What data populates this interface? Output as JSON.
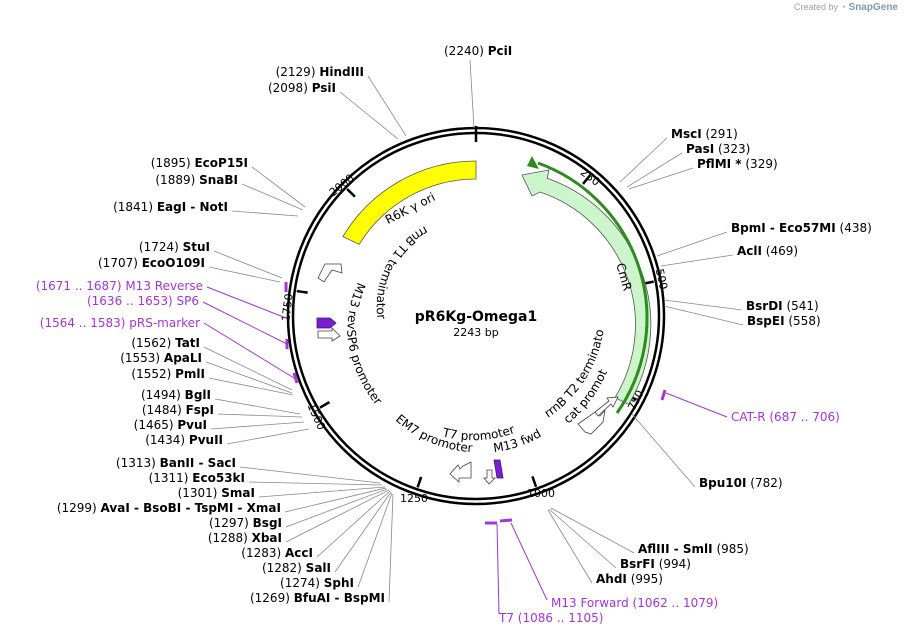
{
  "credit": {
    "prefix": "Created by",
    "brand": "SnapGene"
  },
  "plasmid": {
    "name": "pR6Kg-Omega1",
    "size": "2243 bp"
  },
  "colors": {
    "primer": "#a335d6",
    "ori": "#ffff00",
    "cmr": "#ccf5cc",
    "cmr_outline": "#2e8b20",
    "pink": "#b000c0"
  },
  "ticks": [
    "250",
    "500",
    "750",
    "1000",
    "1250",
    "1500",
    "1750",
    "2000"
  ],
  "enzymes": [
    {
      "name": "PciI",
      "pos": "(2240)"
    },
    {
      "name": "HindIII",
      "pos": "(2129)"
    },
    {
      "name": "PsiI",
      "pos": "(2098)"
    },
    {
      "name": "EcoP15I",
      "pos": "(1895)"
    },
    {
      "name": "SnaBI",
      "pos": "(1889)"
    },
    {
      "name": "EagI - NotI",
      "pos": "(1841)"
    },
    {
      "name": "StuI",
      "pos": "(1724)"
    },
    {
      "name": "EcoO109I",
      "pos": "(1707)"
    },
    {
      "name": "TatI",
      "pos": "(1562)"
    },
    {
      "name": "ApaLI",
      "pos": "(1553)"
    },
    {
      "name": "PmlI",
      "pos": "(1552)"
    },
    {
      "name": "BglI",
      "pos": "(1494)"
    },
    {
      "name": "FspI",
      "pos": "(1484)"
    },
    {
      "name": "PvuI",
      "pos": "(1465)"
    },
    {
      "name": "PvuII",
      "pos": "(1434)"
    },
    {
      "name": "BanII - SacI",
      "pos": "(1313)"
    },
    {
      "name": "Eco53kI",
      "pos": "(1311)"
    },
    {
      "name": "SmaI",
      "pos": "(1301)"
    },
    {
      "name": "AvaI - BsoBI - TspMI - XmaI",
      "pos": "(1299)"
    },
    {
      "name": "BsgI",
      "pos": "(1297)"
    },
    {
      "name": "XbaI",
      "pos": "(1288)"
    },
    {
      "name": "AccI",
      "pos": "(1283)"
    },
    {
      "name": "SalI",
      "pos": "(1282)"
    },
    {
      "name": "SphI",
      "pos": "(1274)"
    },
    {
      "name": "BfuAI - BspMI",
      "pos": "(1269)"
    },
    {
      "name": "MscI",
      "pos": "(291)"
    },
    {
      "name": "PasI",
      "pos": "(323)"
    },
    {
      "name": "PflMI *",
      "pos": "(329)"
    },
    {
      "name": "BpmI - Eco57MI",
      "pos": "(438)"
    },
    {
      "name": "AclI",
      "pos": "(469)"
    },
    {
      "name": "BsrDI",
      "pos": "(541)"
    },
    {
      "name": "BspEI",
      "pos": "(558)"
    },
    {
      "name": "Bpu10I",
      "pos": "(782)"
    },
    {
      "name": "AflIII - SmlI",
      "pos": "(985)"
    },
    {
      "name": "BsrFI",
      "pos": "(994)"
    },
    {
      "name": "AhdI",
      "pos": "(995)"
    }
  ],
  "primers": [
    {
      "name": "M13 Reverse",
      "range": "(1671 .. 1687)"
    },
    {
      "name": "SP6",
      "range": "(1636 .. 1653)"
    },
    {
      "name": "pRS-marker",
      "range": "(1564 .. 1583)"
    },
    {
      "name": "CAT-R",
      "range": "(687 .. 706)"
    },
    {
      "name": "M13 Forward",
      "range": "(1062 .. 1079)"
    },
    {
      "name": "T7",
      "range": "(1086 .. 1105)"
    }
  ],
  "features": {
    "ori": "R6K γ ori",
    "cmr": "CmR",
    "rrnb_t1": "rrnB T1 terminator",
    "m13_rev": "M13 rev",
    "sp6_promoter": "SP6 promoter",
    "em7_promoter": "EM7 promoter",
    "t7_promoter": "T7 promoter",
    "m13_fwd": "M13 fwd",
    "rrnb_t2": "rrnB T2 terminator",
    "cat_promoter": "cat promoter"
  }
}
